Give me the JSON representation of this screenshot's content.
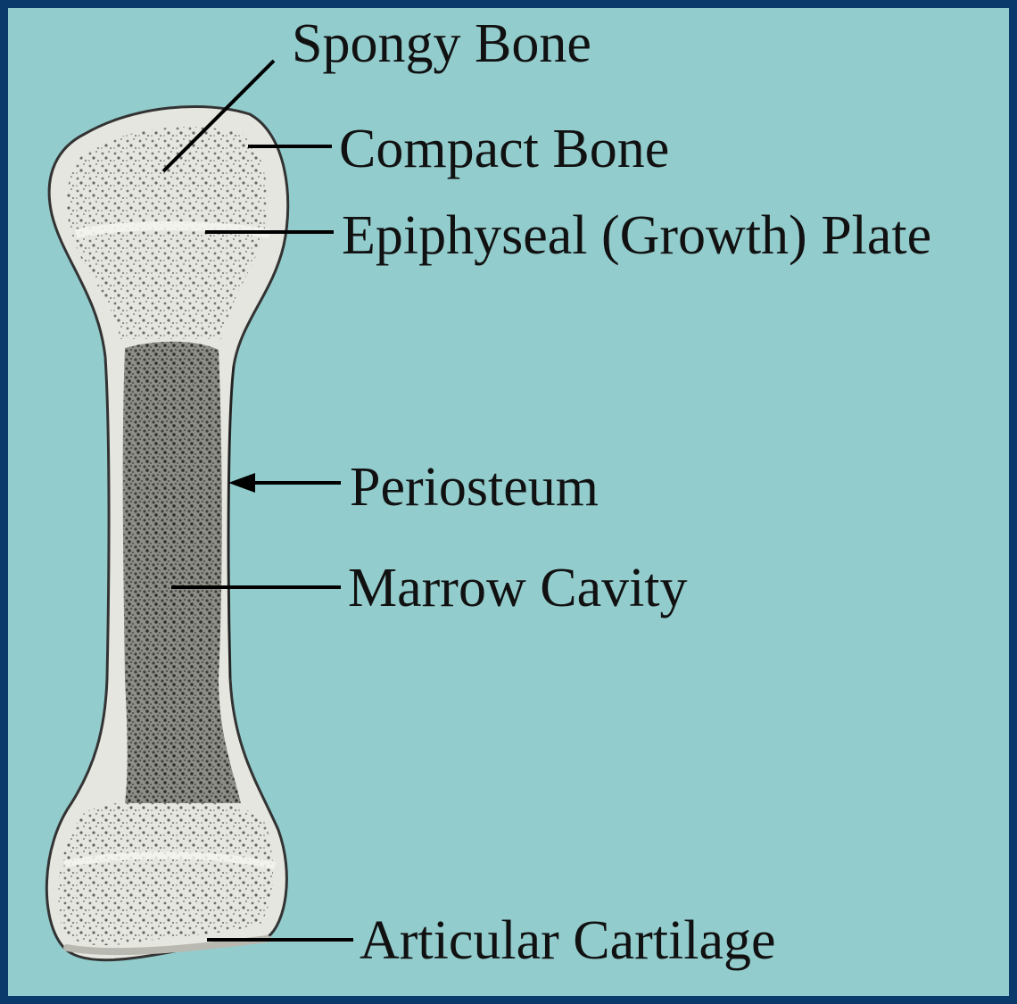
{
  "diagram": {
    "labels": {
      "spongy_bone": "Spongy Bone",
      "compact_bone": "Compact Bone",
      "epiphyseal_plate": "Epiphyseal (Growth) Plate",
      "periosteum": "Periosteum",
      "marrow_cavity": "Marrow Cavity",
      "articular_cartilage": "Articular Cartilage"
    },
    "colors": {
      "frame": "#0a3a6b",
      "background": "#93cccd",
      "bone_fill": "#e6e6e0",
      "bone_outline": "#333333",
      "marrow": "#8a8a84",
      "text": "#111111"
    }
  }
}
